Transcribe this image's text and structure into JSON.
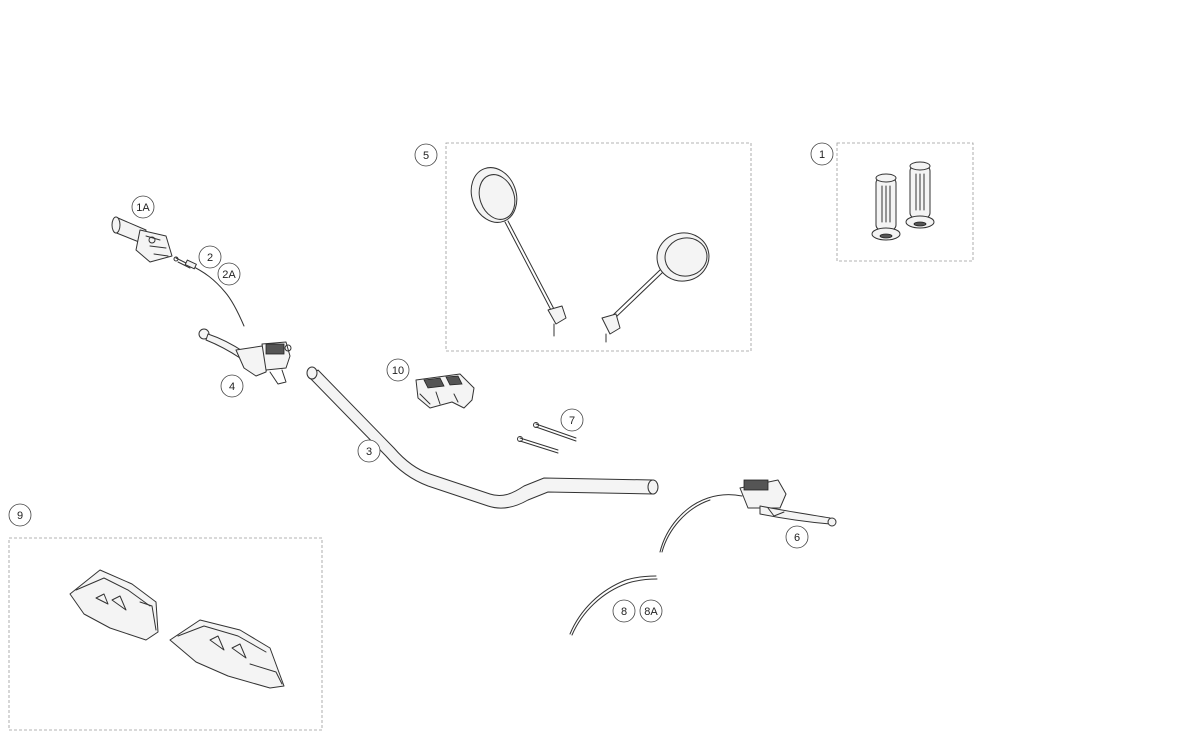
{
  "callouts": {
    "c1": "1",
    "c1a": "1A",
    "c2": "2",
    "c2a": "2A",
    "c3": "3",
    "c4": "4",
    "c5": "5",
    "c6": "6",
    "c7": "7",
    "c8": "8",
    "c8a": "8A",
    "c9": "9",
    "c10": "10"
  },
  "colors": {
    "line": "#333333",
    "box": "#9a9a9a",
    "background": "#ffffff"
  }
}
